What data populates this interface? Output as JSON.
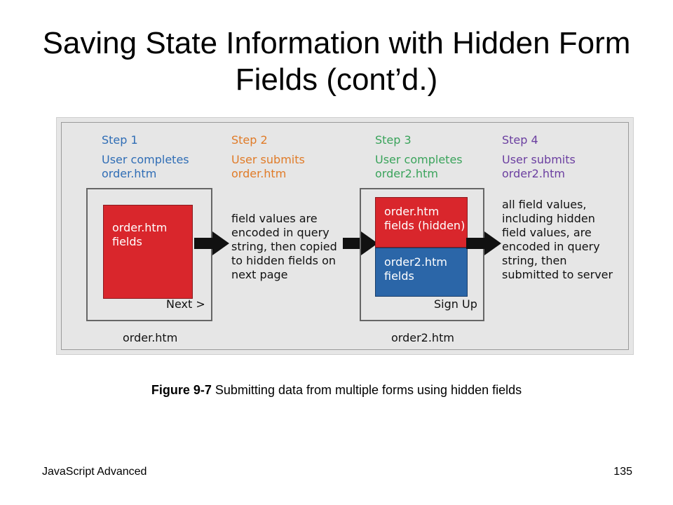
{
  "slide": {
    "title": "Saving State Information with Hidden Form Fields (cont’d.)",
    "caption_label": "Figure 9-7",
    "caption_text": " Submitting data from multiple forms using hidden fields",
    "footer_left": "JavaScript Advanced",
    "page_number": "135"
  },
  "diagram": {
    "steps": [
      {
        "title": "Step 1",
        "text": "User completes\norder.htm",
        "color": "#2f6db5"
      },
      {
        "title": "Step 2",
        "text": "User submits\norder.htm",
        "color": "#e07b28"
      },
      {
        "title": "Step 3",
        "text": "User completes\norder2.htm",
        "color": "#3aa35b"
      },
      {
        "title": "Step 4",
        "text": "User submits\norder2.htm",
        "color": "#6b3fa0"
      }
    ],
    "page1": {
      "fields": "order.htm\nfields",
      "button": "Next >",
      "label": "order.htm"
    },
    "transfer1": "field values are\nencoded in query\nstring, then copied\nto hidden fields on\nnext page",
    "page2": {
      "hidden_fields": "order.htm\nfields (hidden)",
      "fields": "order2.htm\nfields",
      "button": "Sign Up",
      "label": "order2.htm"
    },
    "transfer2": "all field values,\nincluding hidden\nfield values, are\nencoded in query\nstring, then\nsubmitted to server",
    "colors": {
      "red_field": "#d9262c",
      "blue_field": "#2b66a8",
      "arrow": "#111111",
      "background": "#e6e6e6"
    }
  }
}
